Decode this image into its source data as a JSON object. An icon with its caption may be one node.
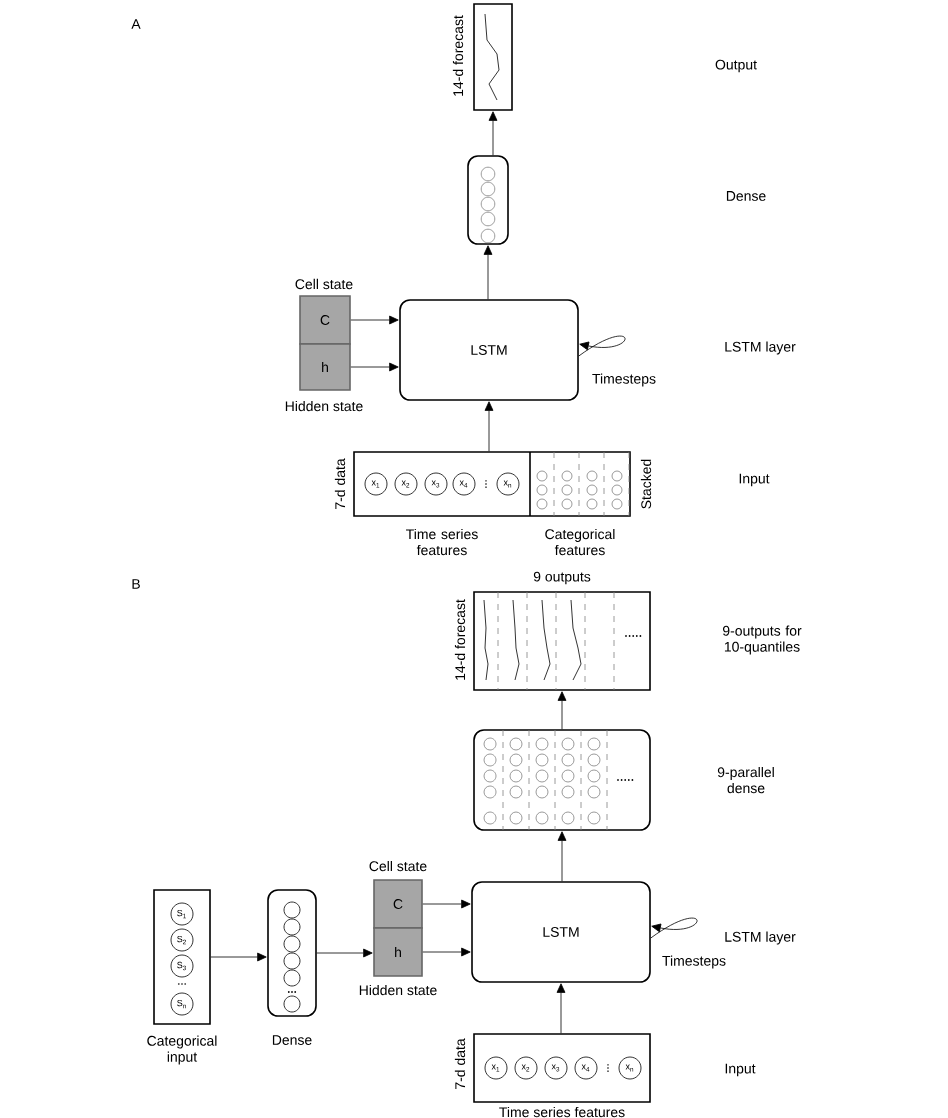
{
  "diagram": {
    "nodes": [
      {
        "text": [
          "14-d forecast"
        ]
      },
      {
        "text": [],
        "shape": "box"
      },
      {
        "text": [
          "LSTM"
        ]
      },
      {
        "text": [
          "Cell state",
          "C"
        ]
      },
      {
        "text": [
          "h",
          "Hidden state"
        ]
      },
      {
        "text": [
          "7-d data",
          "Time series features",
          "Categorical features"
        ],
        "beside": [
          "Stacked"
        ]
      },
      {
        "text": [
          "x$_{1}$"
        ],
        "in": 5
      },
      {
        "text": [
          "x$_{2}$"
        ],
        "in": 5
      },
      {
        "text": [
          "x$_{3}$"
        ],
        "in": 5
      },
      {
        "text": [
          "x$_{4}$"
        ],
        "in": 5
      },
      {
        "text": [
          "x$_{n}$"
        ],
        "in": 5
      },
      {
        "text": [
          "9 outputs",
          "14-d forecast"
        ]
      },
      {
        "text": [],
        "shape": "box"
      },
      {
        "text": [
          "LSTM"
        ]
      },
      {
        "text": [
          "Cell state",
          "C"
        ]
      },
      {
        "text": [
          "h",
          "Hidden state"
        ]
      },
      {
        "text": [
          "7-d data",
          "Time series features"
        ]
      },
      {
        "text": [
          "x$_{1}$"
        ],
        "in": 16
      },
      {
        "text": [
          "x$_{2}$"
        ],
        "in": 16
      },
      {
        "text": [
          "x$_{3}$"
        ],
        "in": 16
      },
      {
        "text": [
          "x$_{4}$"
        ],
        "in": 16
      },
      {
        "text": [
          "x$_{n}$"
        ],
        "in": 16
      },
      {
        "text": [
          "Categorical input"
        ]
      },
      {
        "text": [
          "S$_{1}$"
        ],
        "in": 22
      },
      {
        "text": [
          "S$_{2}$"
        ],
        "in": 22
      },
      {
        "text": [
          "S$_{3}$"
        ],
        "in": 22
      },
      {
        "text": [
          "S$_{n}$"
        ],
        "in": 22
      },
      {
        "text": [
          "Dense"
        ]
      }
    ],
    "edges": [
      {
        "from": 1,
        "to": 0,
        "arrow": "to"
      },
      {
        "from": 2,
        "to": 1,
        "arrow": "to"
      },
      {
        "from": 3,
        "to": 2,
        "arrow": "to"
      },
      {
        "from": 4,
        "to": 2,
        "arrow": "to"
      },
      {
        "from": 2,
        "to": 2,
        "arrow": "to",
        "label": "Timesteps"
      },
      {
        "from": 5,
        "to": 2,
        "arrow": "to"
      },
      {
        "from": 12,
        "to": 11,
        "arrow": "to"
      },
      {
        "from": 13,
        "to": 12,
        "arrow": "to"
      },
      {
        "from": 14,
        "to": 13,
        "arrow": "to"
      },
      {
        "from": 15,
        "to": 13,
        "arrow": "to"
      },
      {
        "from": 13,
        "to": 13,
        "arrow": "to",
        "label": "Timesteps"
      },
      {
        "from": 16,
        "to": 13,
        "arrow": "to"
      },
      {
        "from": 22,
        "to": 27,
        "arrow": "to"
      },
      {
        "from": 27,
        "to": 15,
        "arrow": "to"
      }
    ],
    "labels": [
      "A",
      "Output",
      "Dense",
      "LSTM layer",
      "Input",
      "B",
      "9-outputs for 10-quantiles",
      "9-parallel dense",
      "LSTM layer",
      "Input"
    ]
  }
}
